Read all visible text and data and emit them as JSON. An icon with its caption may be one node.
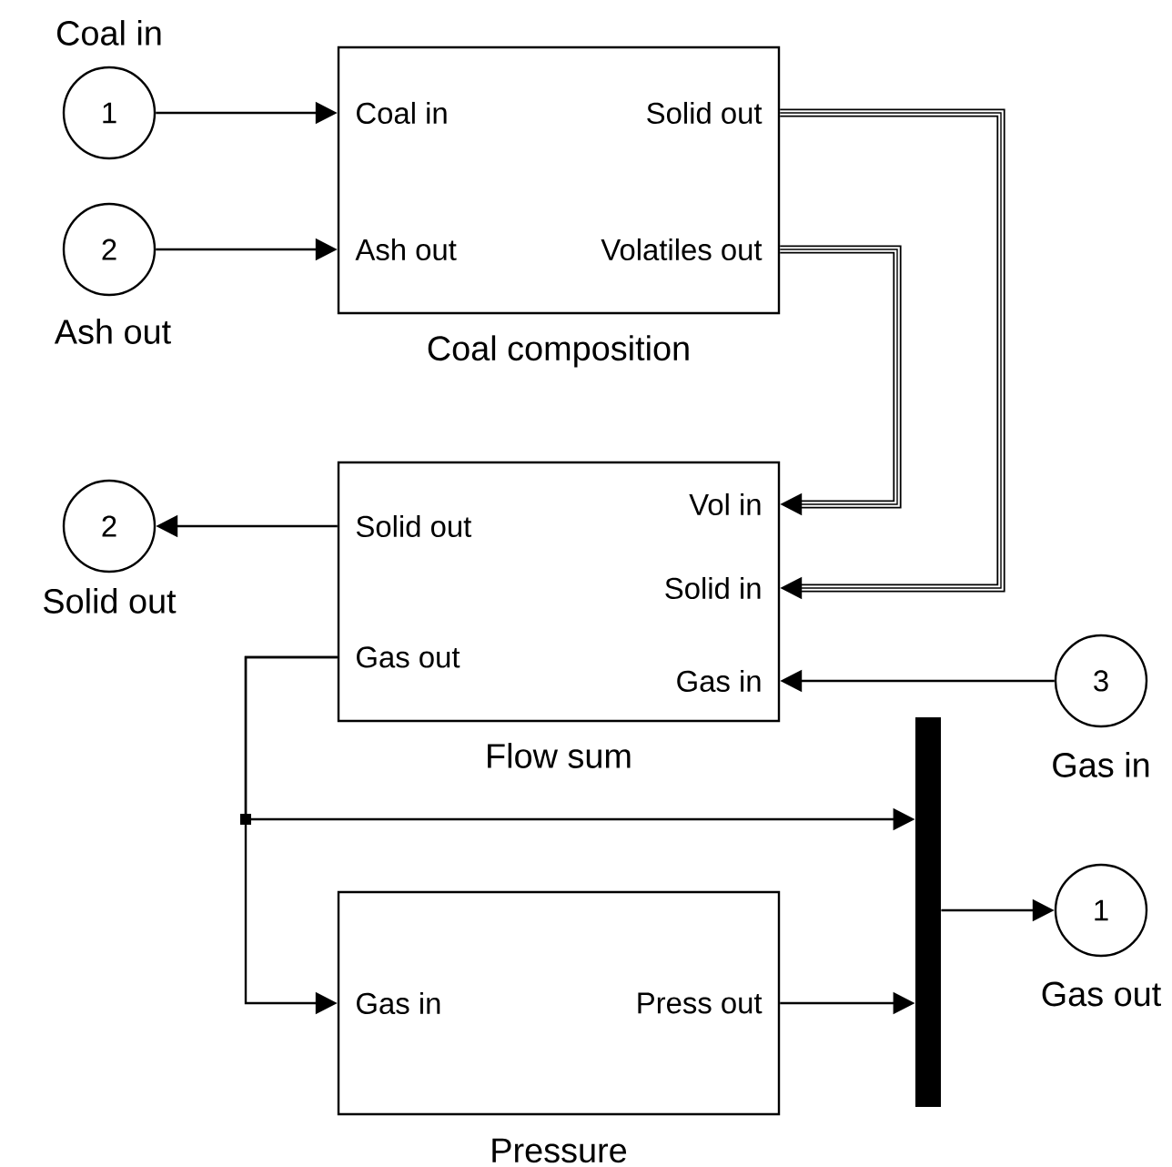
{
  "diagram": {
    "nodes": [
      {
        "text": [
          "1"
        ],
        "beside": [
          "Coal in"
        ]
      },
      {
        "text": [
          "2"
        ],
        "beside": [
          "Ash out"
        ]
      },
      {
        "text": [
          "Coal in",
          "Solid out",
          "Ash out",
          "Volatiles out",
          "Coal composition"
        ]
      },
      {
        "text": [
          "2"
        ],
        "beside": [
          "Solid out"
        ]
      },
      {
        "text": [
          "Vol in",
          "Solid out",
          "Solid in",
          "Gas out",
          "Gas in",
          "Flow sum"
        ]
      },
      {
        "text": [
          "3"
        ],
        "beside": [
          "Gas in"
        ]
      },
      {
        "text": [],
        "shape": "bar"
      },
      {
        "text": [
          "1"
        ],
        "beside": [
          "Gas out"
        ]
      },
      {
        "text": [
          "Gas in",
          "Press out",
          "Pressure"
        ]
      }
    ],
    "edges": [
      {
        "from": 0,
        "to": 2,
        "arrow": "to"
      },
      {
        "from": 1,
        "to": 2,
        "arrow": "to"
      },
      {
        "from": 2,
        "to": 4,
        "arrow": "to",
        "style": "thick"
      },
      {
        "from": 2,
        "to": 4,
        "arrow": "to",
        "style": "thick"
      },
      {
        "from": 4,
        "to": 3,
        "arrow": "to"
      },
      {
        "from": 5,
        "to": 4,
        "arrow": "to"
      },
      {
        "from": 4,
        "to": 6,
        "arrow": "to"
      },
      {
        "from": 4,
        "to": 8,
        "arrow": "to"
      },
      {
        "from": 8,
        "to": 6,
        "arrow": "to"
      },
      {
        "from": 6,
        "to": 7,
        "arrow": "to"
      }
    ]
  }
}
